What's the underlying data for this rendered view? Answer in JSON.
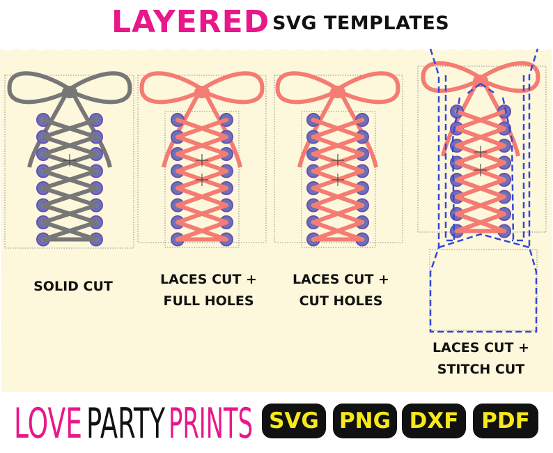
{
  "header": {
    "title": "LAYERED",
    "subtitle": "SVG TEMPLATES"
  },
  "labels": {
    "solid": [
      "SOLID CUT"
    ],
    "full_holes": [
      "LACES CUT +",
      "FULL HOLES"
    ],
    "cut_holes": [
      "LACES CUT +",
      "CUT HOLES"
    ],
    "stitch": [
      "LACES CUT +",
      "STITCH CUT"
    ]
  },
  "brand": {
    "words": [
      "LOVE",
      "PARTY",
      "PRINTS"
    ]
  },
  "formats": [
    "SVG",
    "PNG",
    "DXF",
    "PDF"
  ],
  "colors": {
    "title_pink": "#e8178a",
    "panel_bg": "#fdf7db",
    "lace_solid": "#777777",
    "lace_coral": "#f47c72",
    "eyelet_blue": "#6d72b8",
    "stitch_blue": "#3347d8",
    "outline_purple": "#6a4fb0",
    "badge_bg": "#111111",
    "badge_text": "#f7e919"
  },
  "icons": [
    "bow-lace-icon",
    "eyelet-icon",
    "crosshair-icon",
    "stitch-line-icon"
  ]
}
